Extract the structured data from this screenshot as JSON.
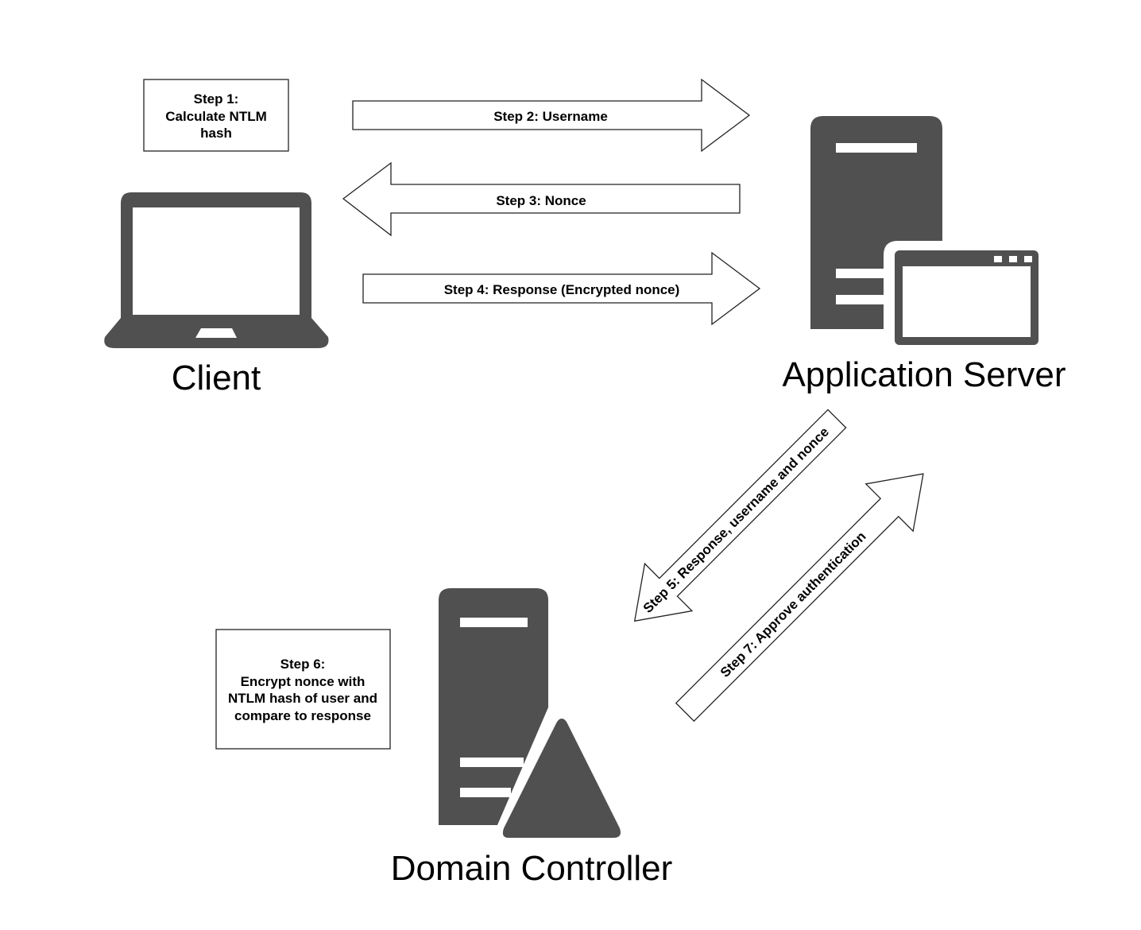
{
  "colors": {
    "icon": "#505050",
    "stroke": "#222222",
    "background": "#ffffff"
  },
  "nodes": {
    "client": {
      "label": "Client",
      "icon": "laptop-icon"
    },
    "app_server": {
      "label": "Application Server",
      "icon": "server-window-icon"
    },
    "domain_controller": {
      "label": "Domain Controller",
      "icon": "server-warning-icon"
    }
  },
  "notes": {
    "step1": [
      "Step 1:",
      "Calculate NTLM",
      "hash"
    ],
    "step6": [
      "Step 6:",
      "Encrypt nonce with",
      "NTLM hash of user and",
      "compare to response"
    ]
  },
  "arrows": {
    "step2": "Step 2: Username",
    "step3": "Step 3: Nonce",
    "step4": "Step 4: Response (Encrypted nonce)",
    "step5": "Step 5: Response, username and nonce",
    "step7": "Step 7: Approve authentication"
  }
}
